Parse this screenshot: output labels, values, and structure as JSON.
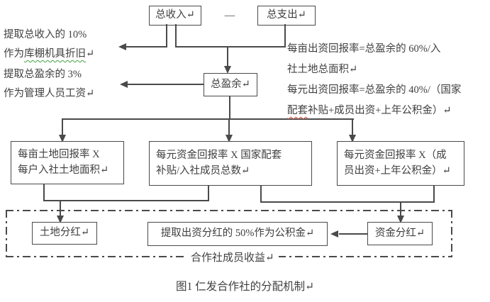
{
  "flow": {
    "total_income": "总收入↵",
    "operator_minus": "—",
    "total_expense": "总支出↵",
    "total_surplus": "总盈余↵"
  },
  "formula_boxes": {
    "land": {
      "line1": "每亩土地回报率 X",
      "line2": "每户入社土地面积↵"
    },
    "subsidy": {
      "line1": "每元资金回报率 X 国家配套",
      "line2": "补贴/入社成员总数↵"
    },
    "member": {
      "line1": "每元资金回报率 X（成",
      "line2": "员出资+上年公积金）↵"
    }
  },
  "result_boxes": {
    "land_dividend": "土地分红↵",
    "reserve_fund": "提取出资分红的 50%作为公积金↵",
    "capital_dividend": "资金分红↵",
    "group_label": "合作社成员收益↵"
  },
  "side_notes": {
    "left1": {
      "line1": "提取总收入的 10%",
      "line2_prefix": "作为",
      "line2_marked": "库棚机具折旧",
      "line2_suffix": "↵"
    },
    "left2": {
      "line1": "提取总盈余的 3%",
      "line2": "作为管理人员工资↵"
    },
    "right1": {
      "line1": "每亩出资回报率=总盈余的 60%/入",
      "line2": "社土地总面积↵"
    },
    "right2": {
      "line1": "每元出资回报率=总盈余的 40%/（国家",
      "line2_marked": "配套",
      "line2_rest": "补贴+成员出资+上年公积金）↵"
    }
  },
  "caption": "图1  仁发合作社的分配机制↵",
  "colors": {
    "text": "#3f3f3f",
    "line": "#4a4a4a",
    "spellcheck_green": "#45a145",
    "spellcheck_red": "#c54a3d",
    "background": "#ffffff"
  }
}
